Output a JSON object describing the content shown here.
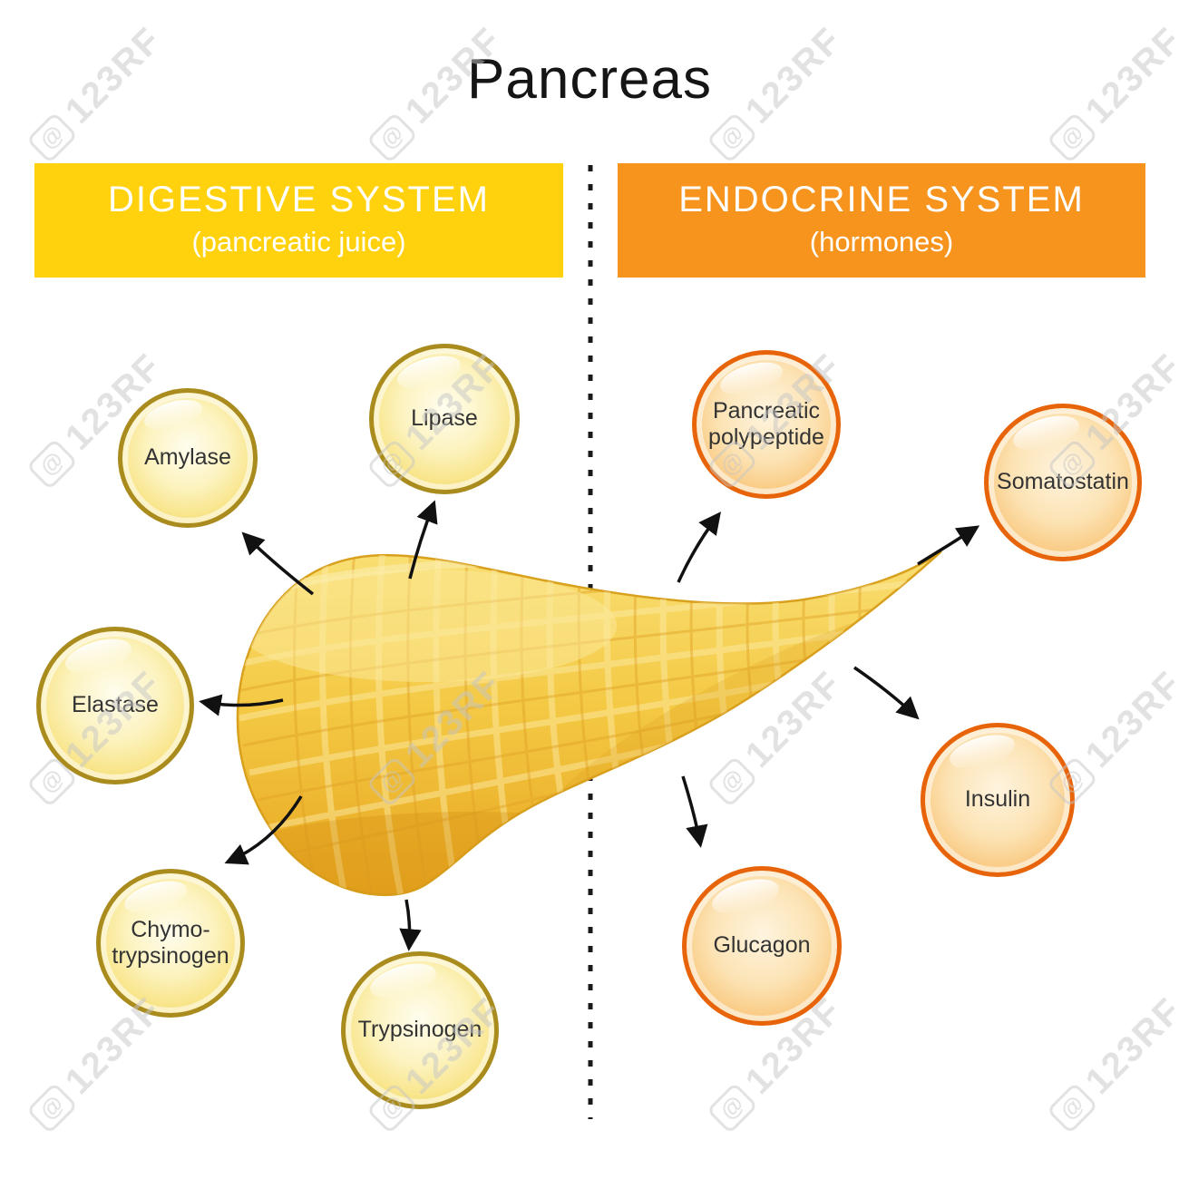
{
  "title": "Pancreas",
  "watermark": {
    "symbol": "@",
    "text": "123RF"
  },
  "left_section": {
    "title": "DIGESTIVE SYSTEM",
    "subtitle": "(pancreatic juice)",
    "bar_color": "#FFD20D",
    "bubble_labels": [
      "Amylase",
      "Lipase",
      "Elastase",
      "Chymo-trypsinogen",
      "Trypsinogen"
    ]
  },
  "right_section": {
    "title": "ENDOCRINE SYSTEM",
    "subtitle": "(hormones)",
    "bar_color": "#F7941E",
    "bubble_labels": [
      "Pancreatic polypeptide",
      "Somatostatin",
      "Insulin",
      "Glucagon"
    ]
  },
  "colors": {
    "yellow_bubble_border": "#A98B1E",
    "orange_bubble_border": "#E8640A",
    "pancreas_gold": "#F3C73E",
    "divider": "#1a1a1a"
  }
}
